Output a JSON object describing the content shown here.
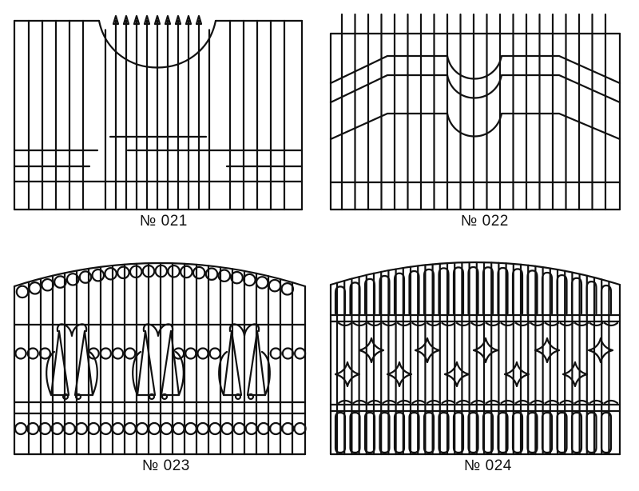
{
  "designs": [
    {
      "id": "021",
      "label": "№ 021"
    },
    {
      "id": "022",
      "label": "№ 022"
    },
    {
      "id": "023",
      "label": "№ 023"
    },
    {
      "id": "024",
      "label": "№ 024"
    }
  ],
  "colors": {
    "line": "#111111",
    "background": "#ffffff"
  }
}
